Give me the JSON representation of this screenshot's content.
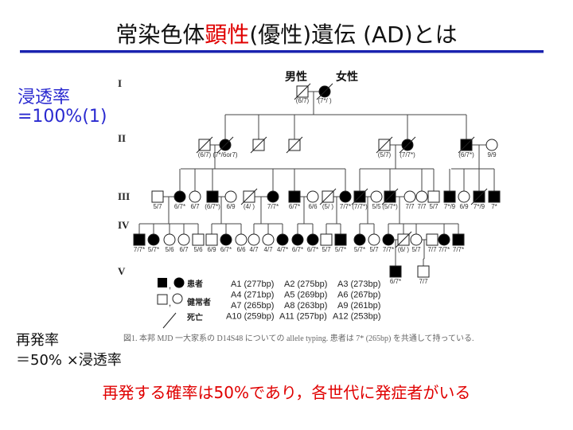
{
  "title": {
    "pre": "常染色体",
    "red": "顕性",
    "post": "(優性)遺伝 (AD)とは"
  },
  "penetrance": {
    "line1": "浸透率",
    "line2": "=100%(1)"
  },
  "recurrence": {
    "line1": "再発率",
    "line2": "＝50% ×浸透率"
  },
  "conclusion": "再発する確率は50%であり，各世代に発症者がいる",
  "sex_labels": {
    "male": "男性",
    "female": "女性"
  },
  "generations": [
    "I",
    "II",
    "III",
    "IV",
    "V"
  ],
  "pedigree": {
    "I": [
      {
        "sex": "m",
        "aff": false,
        "dec": true,
        "label": "(6/7)"
      },
      {
        "sex": "f",
        "aff": true,
        "dec": true,
        "label": "(7*/ )"
      }
    ],
    "II": [
      {
        "sex": "m",
        "aff": false,
        "dec": true,
        "label": "(6/7)"
      },
      {
        "sex": "f",
        "aff": true,
        "dec": true,
        "label": "(7*/6or7)"
      },
      {
        "sex": "m",
        "aff": false,
        "dec": true,
        "label": ""
      },
      {
        "sex": "m",
        "aff": false,
        "dec": true,
        "label": ""
      },
      {
        "sex": "m",
        "aff": false,
        "dec": true,
        "label": "(5/7)"
      },
      {
        "sex": "f",
        "aff": true,
        "dec": true,
        "label": "(7/7*)"
      },
      {
        "sex": "m",
        "aff": true,
        "dec": true,
        "label": "(6/7*)"
      },
      {
        "sex": "f",
        "aff": false,
        "dec": false,
        "label": "9/9"
      }
    ],
    "III": [
      {
        "sex": "m",
        "aff": false,
        "dec": false,
        "label": "5/7"
      },
      {
        "sex": "f",
        "aff": true,
        "dec": false,
        "label": "6/7*"
      },
      {
        "sex": "f",
        "aff": false,
        "dec": false,
        "label": "6/7"
      },
      {
        "sex": "m",
        "aff": true,
        "dec": false,
        "label": "(6/7*)"
      },
      {
        "sex": "f",
        "aff": false,
        "dec": false,
        "label": "6/9"
      },
      {
        "sex": "m",
        "aff": false,
        "dec": true,
        "label": "(4/ )"
      },
      {
        "sex": "f",
        "aff": true,
        "dec": false,
        "label": "7/7*"
      },
      {
        "sex": "m",
        "aff": true,
        "dec": false,
        "label": "6/7*"
      },
      {
        "sex": "f",
        "aff": false,
        "dec": false,
        "label": "6/6"
      },
      {
        "sex": "m",
        "aff": false,
        "dec": true,
        "label": "(5/ )"
      },
      {
        "sex": "f",
        "aff": true,
        "dec": false,
        "label": "7/7*"
      },
      {
        "sex": "m",
        "aff": true,
        "dec": true,
        "label": "(7/7*)"
      },
      {
        "sex": "f",
        "aff": false,
        "dec": false,
        "label": "5/5"
      },
      {
        "sex": "m",
        "aff": true,
        "dec": true,
        "label": "(5/7*)"
      },
      {
        "sex": "f",
        "aff": false,
        "dec": false,
        "label": "7/7"
      },
      {
        "sex": "f",
        "aff": false,
        "dec": false,
        "label": "7/7"
      },
      {
        "sex": "m",
        "aff": false,
        "dec": false,
        "label": "5/7"
      },
      {
        "sex": "m",
        "aff": true,
        "dec": false,
        "label": "7*/9"
      },
      {
        "sex": "f",
        "aff": false,
        "dec": false,
        "label": "6/9"
      },
      {
        "sex": "m",
        "aff": true,
        "dec": true,
        "label": "7*/9"
      },
      {
        "sex": "m",
        "aff": true,
        "dec": false,
        "label": "7*"
      }
    ],
    "IV": [
      {
        "sex": "m",
        "aff": true,
        "dec": false,
        "label": "7/7*"
      },
      {
        "sex": "f",
        "aff": true,
        "dec": false,
        "label": "5/7*"
      },
      {
        "sex": "f",
        "aff": false,
        "dec": false,
        "label": "5/6"
      },
      {
        "sex": "f",
        "aff": false,
        "dec": false,
        "label": "6/7"
      },
      {
        "sex": "m",
        "aff": false,
        "dec": false,
        "label": "5/6"
      },
      {
        "sex": "m",
        "aff": false,
        "dec": false,
        "label": "6/9"
      },
      {
        "sex": "f",
        "aff": true,
        "dec": false,
        "label": "6/7*"
      },
      {
        "sex": "f",
        "aff": false,
        "dec": false,
        "label": "6/6"
      },
      {
        "sex": "f",
        "aff": false,
        "dec": false,
        "label": "4/7"
      },
      {
        "sex": "f",
        "aff": false,
        "dec": false,
        "label": "4/7"
      },
      {
        "sex": "f",
        "aff": true,
        "dec": false,
        "label": "4/7*"
      },
      {
        "sex": "f",
        "aff": true,
        "dec": false,
        "label": "6/7*"
      },
      {
        "sex": "f",
        "aff": true,
        "dec": false,
        "label": "6/7*"
      },
      {
        "sex": "m",
        "aff": false,
        "dec": false,
        "label": "5/7"
      },
      {
        "sex": "m",
        "aff": true,
        "dec": false,
        "label": "5/7*"
      },
      {
        "sex": "f",
        "aff": true,
        "dec": false,
        "label": "5/7*"
      },
      {
        "sex": "f",
        "aff": false,
        "dec": false,
        "label": "5/7"
      },
      {
        "sex": "f",
        "aff": true,
        "dec": false,
        "label": "7/7*"
      },
      {
        "sex": "m",
        "aff": false,
        "dec": true,
        "label": "(6/ )"
      },
      {
        "sex": "f",
        "aff": false,
        "dec": false,
        "label": "5/7"
      },
      {
        "sex": "m",
        "aff": false,
        "dec": false,
        "label": "7/7"
      },
      {
        "sex": "f",
        "aff": true,
        "dec": false,
        "label": "7/7*"
      },
      {
        "sex": "m",
        "aff": true,
        "dec": false,
        "label": "7/7*"
      }
    ],
    "V": [
      {
        "sex": "m",
        "aff": true,
        "dec": false,
        "label": "6/7*"
      },
      {
        "sex": "m",
        "aff": false,
        "dec": false,
        "label": "7/7"
      }
    ]
  },
  "legend": {
    "affected": "患者",
    "healthy": "健常者",
    "deceased": "死亡",
    "sep": ","
  },
  "alleles": [
    "A1 (277bp)",
    "A2 (275bp)",
    "A3 (273bp)",
    "A4 (271bp)",
    "A5 (269bp)",
    "A6 (267bp)",
    "A7 (265bp)",
    "A8 (263bp)",
    "A9 (261bp)",
    "A10 (259bp)",
    "A11 (257bp)",
    "A12 (253bp)"
  ],
  "caption": "図1. 本邦 MJD 一大家系の D14S48 についての allele typing. 患者は 7* (265bp) を共通して持っている."
}
